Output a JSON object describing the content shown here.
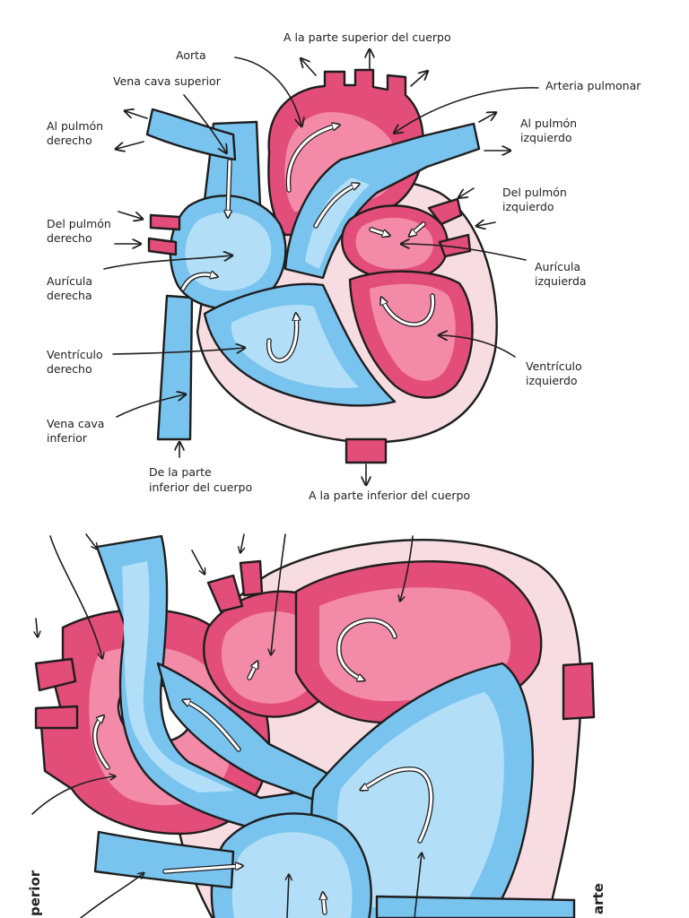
{
  "colors": {
    "oxygenated": "#e34d79",
    "oxygenated_light": "#f28aa8",
    "deoxygenated": "#79c4ef",
    "deoxygenated_light": "#b2dff7",
    "tissue": "#f7dde1",
    "outline": "#1e1e1e"
  },
  "top_diagram": {
    "labels": {
      "upper_body": "A la parte superior del cuerpo",
      "aorta": "Aorta",
      "superior_vena_cava": "Vena cava superior",
      "pulmonary_artery": "Arteria pulmonar",
      "to_right_lung_1": "Al pulmón",
      "to_right_lung_2": "derecho",
      "to_left_lung_1": "Al pulmón",
      "to_left_lung_2": "izquierdo",
      "from_left_lung_1": "Del pulmón",
      "from_left_lung_2": "izquierdo",
      "from_right_lung_1": "Del pulmón",
      "from_right_lung_2": "derecho",
      "right_atrium_1": "Aurícula",
      "right_atrium_2": "derecha",
      "left_atrium_1": "Aurícula",
      "left_atrium_2": "izquierda",
      "right_ventricle_1": "Ventrículo",
      "right_ventricle_2": "derecho",
      "left_ventricle_1": "Ventrículo",
      "left_ventricle_2": "izquierdo",
      "inferior_vena_cava_1": "Vena cava",
      "inferior_vena_cava_2": "inferior",
      "from_lower_body_1": "De la parte",
      "from_lower_body_2": "inferior del cuerpo",
      "lower_body": "A la parte inferior del cuerpo"
    }
  },
  "bottom_crop": {
    "edge_left": "perior",
    "edge_right": "arte"
  }
}
